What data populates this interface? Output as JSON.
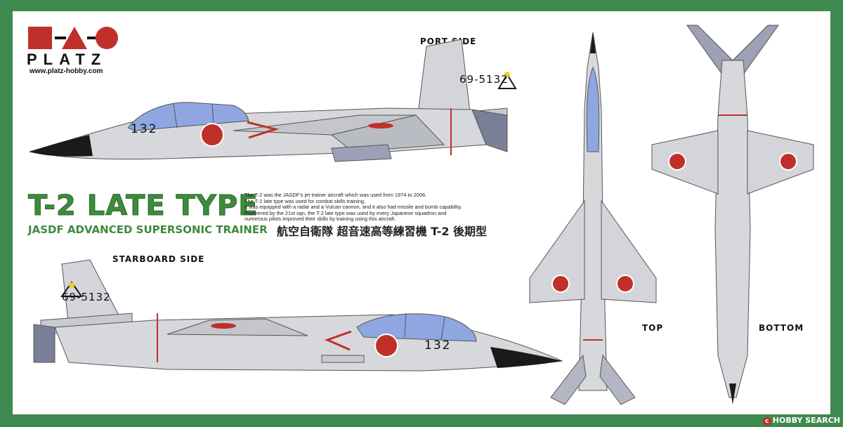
{
  "brand": {
    "name": "PLATZ",
    "url": "www.platz-hobby.com"
  },
  "labels": {
    "port_side": "PORT SIDE",
    "starboard_side": "STARBOARD SIDE",
    "top": "TOP",
    "bottom": "BOTTOM"
  },
  "title": {
    "main": "T-2 LATE TYPE",
    "sub": "JASDF ADVANCED SUPERSONIC TRAINER",
    "jp": "航空自衛隊 超音速高等練習機 T-2 後期型"
  },
  "description": [
    "The T-2 was the JASDF's jet trainer aircraft which was used from 1974 to 2006.",
    "The T-2 late type was used for combat skills training.",
    "It was equipped with a radar and a Vulcan cannon, and it also had missile and bomb capability.",
    "Pioneered by the 21st sqn, the T-2 late type was used by every Japanese squadron and",
    "numerous pilots improved their skills by training using this aircraft."
  ],
  "markings": {
    "tail_number": "69-5132",
    "nose_number": "132"
  },
  "watermark": {
    "text": "HOBBY SEARCH"
  },
  "colors": {
    "frame": "#3f8a4e",
    "title_green": "#3e8a3e",
    "hinomaru": "#c0302a",
    "airframe": "#d6d8dc",
    "canopy": "#8fa6e0"
  }
}
